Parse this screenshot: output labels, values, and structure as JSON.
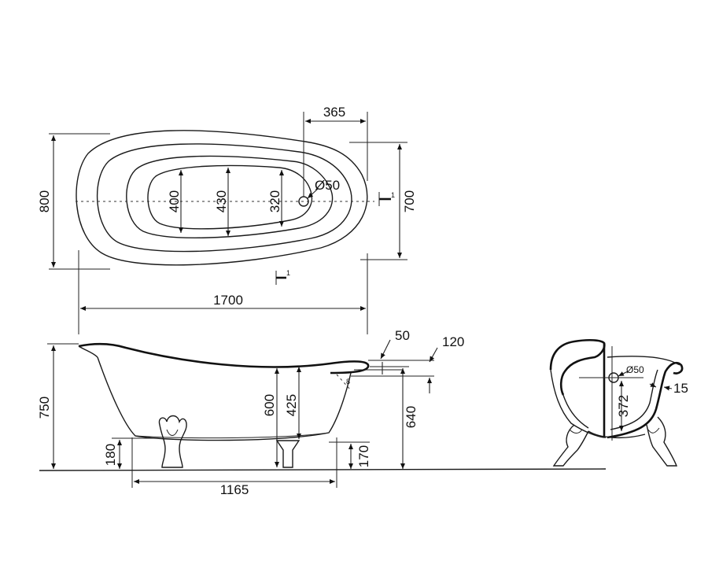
{
  "top_view": {
    "d_365": "365",
    "d_800": "800",
    "d_700": "700",
    "d_400": "400",
    "d_430": "430",
    "d_320": "320",
    "d_o50": "Ø50",
    "d_1700": "1700",
    "sec_mark_1": "1",
    "sec_mark_2": "1"
  },
  "side_view": {
    "d_750": "750",
    "d_600": "600",
    "d_425": "425",
    "d_640": "640",
    "d_180": "180",
    "d_170": "170",
    "d_1165": "1165",
    "d_50": "50",
    "d_120": "120",
    "d_8": "8"
  },
  "section_view": {
    "d_o50": "Ø50",
    "d_372": "372",
    "d_15": "15"
  }
}
